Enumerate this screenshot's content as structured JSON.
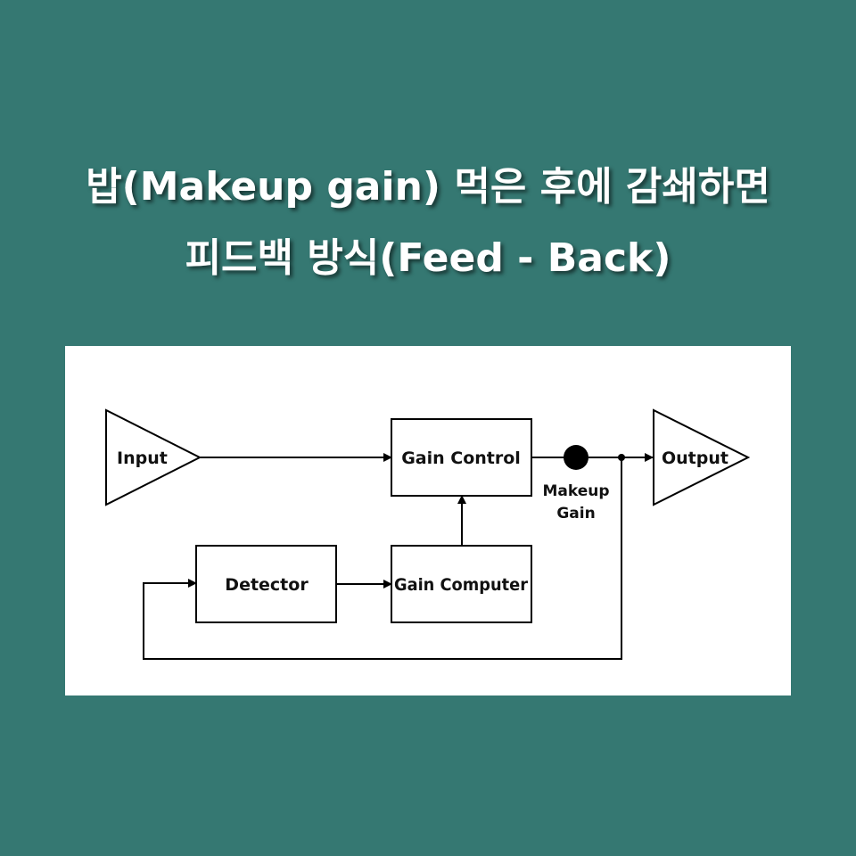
{
  "title": {
    "line1": "밥(Makeup gain) 먹은 후에 감쇄하면",
    "line2": "피드백 방식(Feed - Back)"
  },
  "diagram": {
    "input": "Input",
    "output": "Output",
    "gain_control": "Gain Control",
    "gain_computer": "Gain Computer",
    "detector": "Detector",
    "makeup_line1": "Makeup",
    "makeup_line2": "Gain"
  },
  "colors": {
    "background": "#357872",
    "panel": "#ffffff",
    "stroke": "#000000",
    "title_text": "#ffffff"
  }
}
